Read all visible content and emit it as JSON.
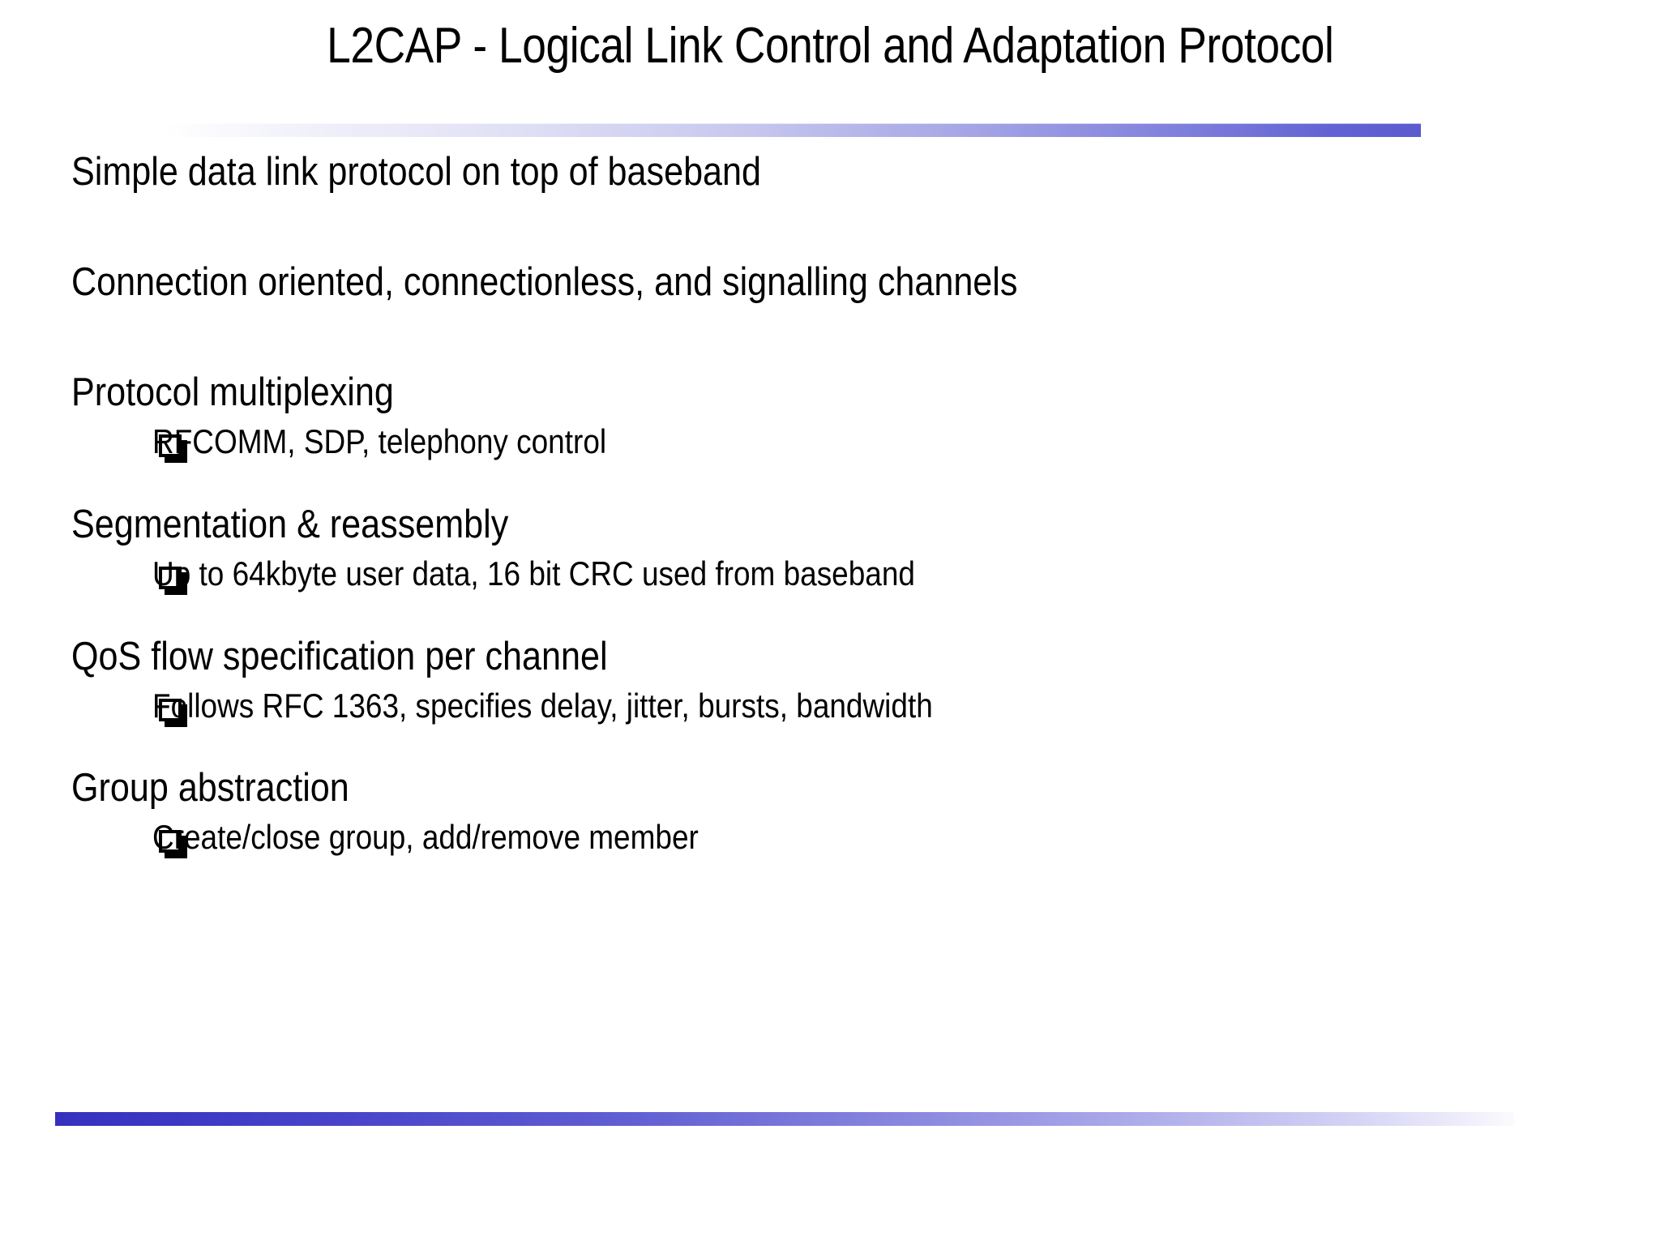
{
  "slide": {
    "title": "L2CAP - Logical Link Control and Adaptation Protocol",
    "bullet_glyph": "hollow-square-shadow",
    "colors": {
      "background": "#ffffff",
      "text": "#000000",
      "rule_top_end": "#5b5bd0",
      "rule_bottom_start": "#3630be"
    },
    "content": [
      {
        "level": 1,
        "text": "Simple data link protocol on top of baseband",
        "children": []
      },
      {
        "level": 1,
        "text": "Connection oriented, connectionless, and signalling channels",
        "children": []
      },
      {
        "level": 1,
        "text": "Protocol multiplexing",
        "children": [
          {
            "level": 2,
            "text": "RFCOMM, SDP, telephony control"
          }
        ]
      },
      {
        "level": 1,
        "text": "Segmentation & reassembly",
        "children": [
          {
            "level": 2,
            "text": "Up to 64kbyte user data, 16 bit CRC used from baseband"
          }
        ]
      },
      {
        "level": 1,
        "text": "QoS flow specification per channel",
        "children": [
          {
            "level": 2,
            "text": "Follows RFC 1363, specifies delay, jitter, bursts, bandwidth"
          }
        ]
      },
      {
        "level": 1,
        "text": "Group abstraction",
        "children": [
          {
            "level": 2,
            "text": "Create/close group, add/remove member"
          }
        ]
      }
    ]
  }
}
